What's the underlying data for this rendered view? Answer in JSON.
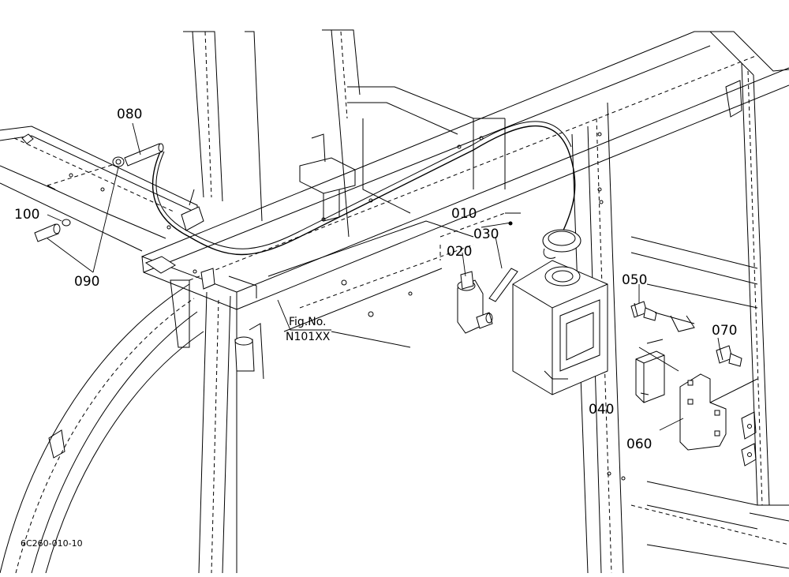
{
  "callouts": {
    "p010": "010",
    "p020": "020",
    "p030": "030",
    "p040": "040",
    "p050": "050",
    "p060": "060",
    "p070": "070",
    "p080": "080",
    "p090": "090",
    "p100": "100"
  },
  "figure_reference": {
    "line1": "Fig.No.",
    "line2": "N101XX"
  },
  "drawing_code": "6C260-010-10"
}
